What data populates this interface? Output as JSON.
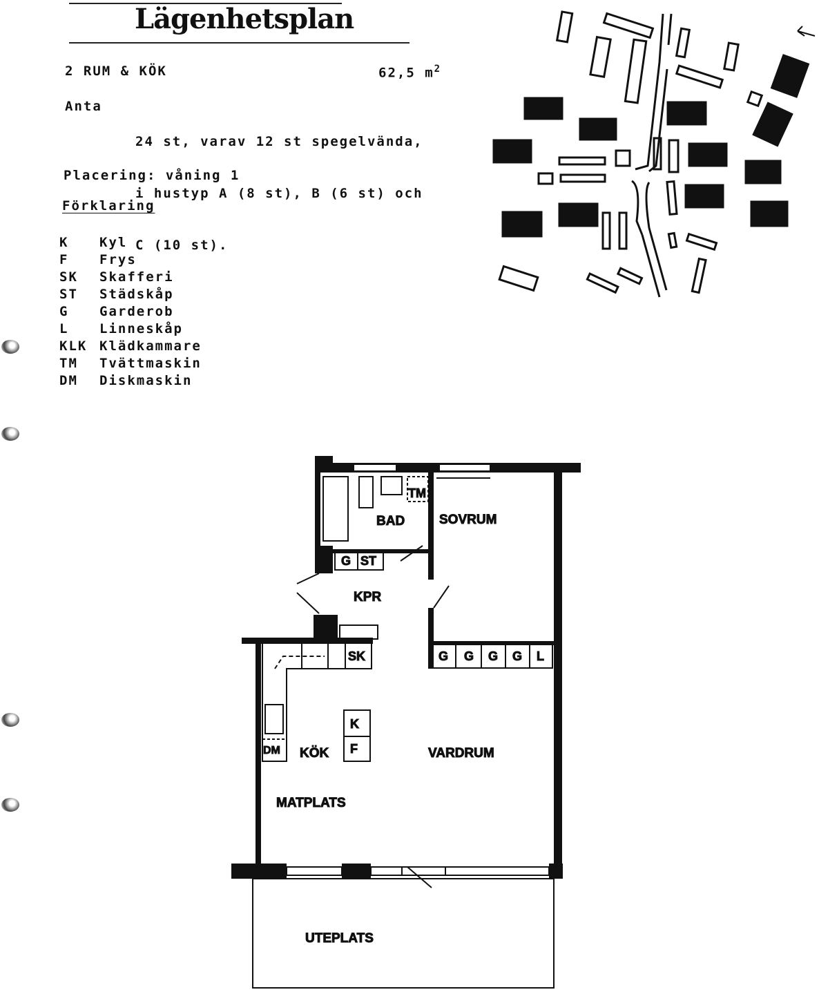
{
  "header": {
    "title": "Lägenhetsplan",
    "apartment_type": "2 RUM & KÖK",
    "area": "62,5 m",
    "area_unit_exponent": "2",
    "count_label": "Anta",
    "count_lines": [
      "24 st, varav 12 st spegelvända,",
      "i hustyp A (8 st), B (6 st) och",
      "C (10 st)."
    ],
    "placement": "Placering: våning 1",
    "legend_title": "Förklaring"
  },
  "legend": [
    {
      "code": "K",
      "name": "Kyl"
    },
    {
      "code": "F",
      "name": "Frys"
    },
    {
      "code": "SK",
      "name": "Skafferi"
    },
    {
      "code": "ST",
      "name": "Städskåp"
    },
    {
      "code": "G",
      "name": "Garderob"
    },
    {
      "code": "L",
      "name": "Linneskåp"
    },
    {
      "code": "KLK",
      "name": "Klädkammare"
    },
    {
      "code": "TM",
      "name": "Tvättmaskin"
    },
    {
      "code": "DM",
      "name": "Diskmaskin"
    }
  ],
  "floorplan": {
    "rooms": {
      "bad": "BAD",
      "sovrum": "SOVRUM",
      "kpr": "KPR",
      "kok": "KÖK",
      "vardrum": "VARDRUM",
      "matplats": "MATPLATS",
      "uteplats": "UTEPLATS"
    },
    "fixtures": {
      "tm": "TM",
      "g": "G",
      "st": "ST",
      "sk": "SK",
      "k": "K",
      "f": "F",
      "dm": "DM",
      "l": "L"
    }
  }
}
